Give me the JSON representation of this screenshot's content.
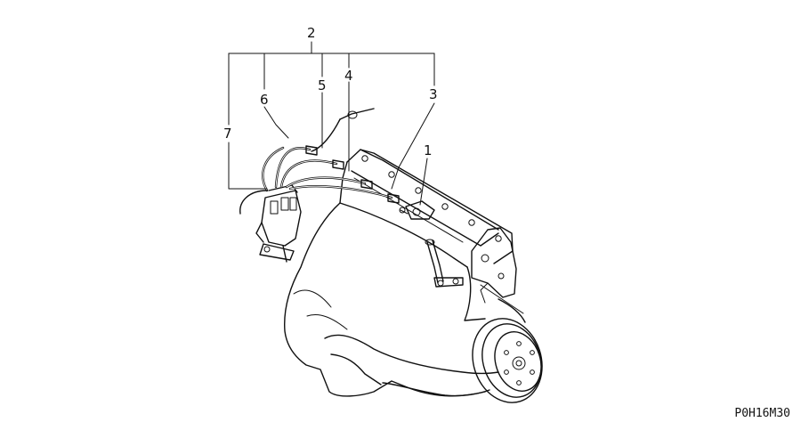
{
  "callouts": {
    "c1": "1",
    "c2": "2",
    "c3": "3",
    "c4": "4",
    "c5": "5",
    "c6": "6",
    "c7": "7"
  },
  "diagram_code": "P0H16M30"
}
